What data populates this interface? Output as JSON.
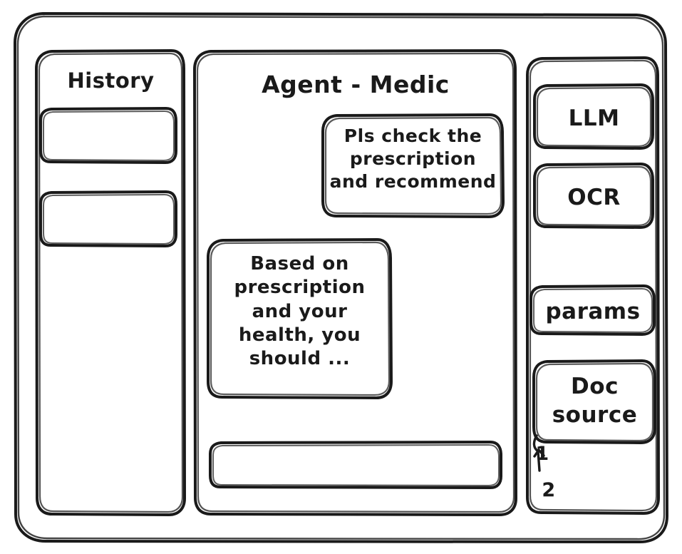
{
  "window": {
    "name": "agent-medic-wireframe"
  },
  "sidebar_left": {
    "title": "History",
    "items": [
      {
        "label": ""
      },
      {
        "label": ""
      }
    ]
  },
  "main": {
    "title": "Agent - Medic",
    "messages": [
      {
        "role": "user",
        "text": "Pls check the\nprescription\nand recommend"
      },
      {
        "role": "agent",
        "text": "Based on\nprescription\nand your\nhealth, you\nshould ..."
      }
    ],
    "composer": {
      "value": "",
      "placeholder": ""
    }
  },
  "sidebar_right": {
    "tools": [
      {
        "label": "LLM"
      },
      {
        "label": "OCR"
      },
      {
        "label": "params"
      },
      {
        "label": "Doc\nsource"
      }
    ],
    "doc_sources": [
      {
        "label": "1"
      },
      {
        "label": "2"
      }
    ]
  },
  "style": {
    "stroke": "#1a1a1a",
    "background": "#ffffff"
  }
}
